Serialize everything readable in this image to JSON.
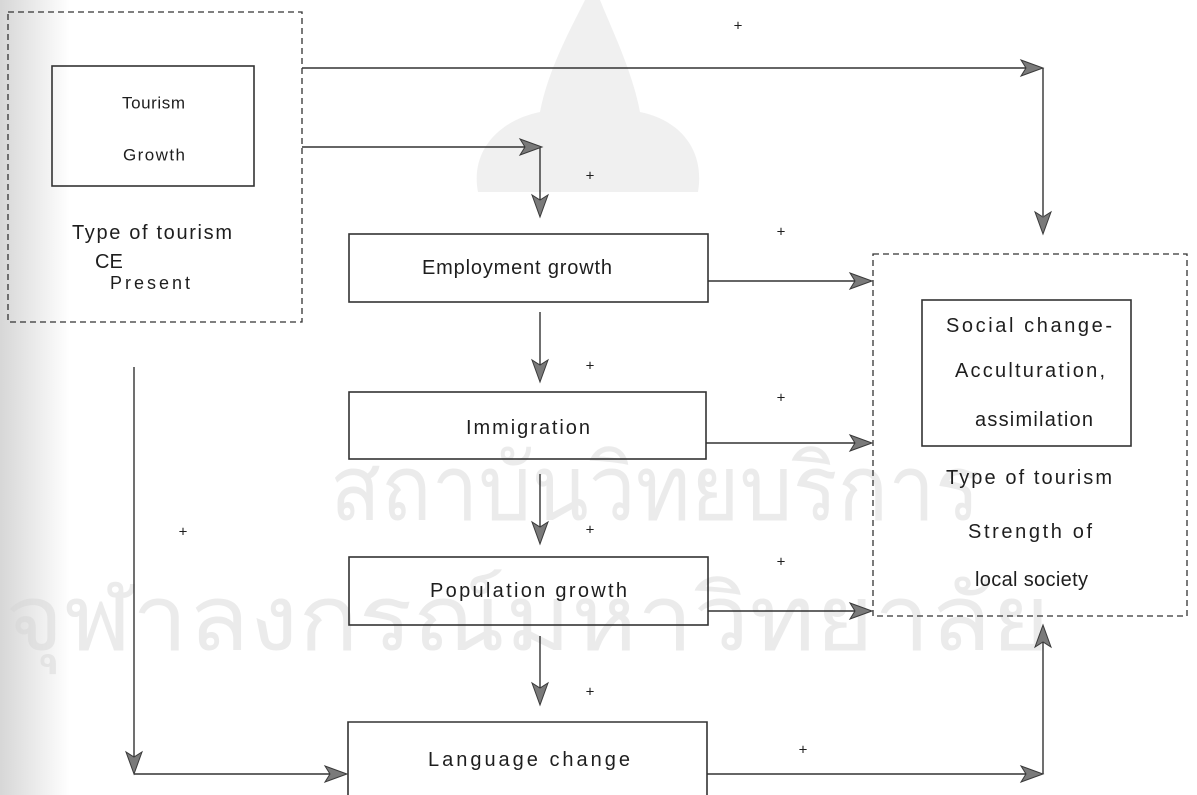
{
  "source": {
    "title_lines": [
      "Tourism",
      "Growth"
    ],
    "type_label": "Type of tourism",
    "ce_label": "CE",
    "present_label": "Present",
    "sign_to_target": "+",
    "sign_to_employment": "+",
    "sign_to_language": "+"
  },
  "chain": [
    {
      "label": "Employment growth",
      "sign_to_target": "+",
      "sign_to_next": "+"
    },
    {
      "label": "Immigration",
      "sign_to_target": "+",
      "sign_to_next": "+"
    },
    {
      "label": "Population growth",
      "sign_to_target": "+",
      "sign_to_next": "+"
    },
    {
      "label": "Language change",
      "sign_to_target": "+"
    }
  ],
  "target": {
    "title_lines": [
      "Social change-",
      "Acculturation,",
      "assimilation"
    ],
    "notes": [
      "Type of tourism",
      "Strength of",
      "local society"
    ]
  },
  "watermark": {
    "lines": [
      "สถาบันวิทยบริการ",
      "จุฬาลงกรณ์มหาวิทยาลัย"
    ]
  },
  "colors": {
    "line": "#333333",
    "arrowhead": "#7a7a7a",
    "text": "#1e1e1e",
    "watermark": "#d4d4d4"
  }
}
